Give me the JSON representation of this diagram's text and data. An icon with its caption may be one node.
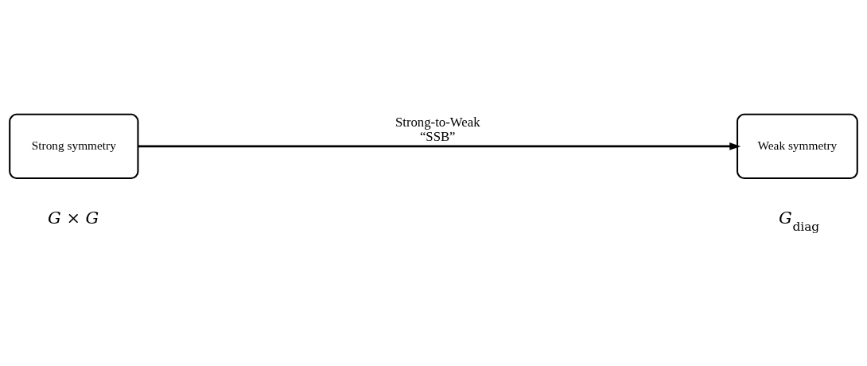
{
  "diagram": {
    "nodes": [
      {
        "text": [
          "Strong symmetry"
        ],
        "beside": [
          "G × G"
        ]
      },
      {
        "text": [
          "Weak symmetry"
        ],
        "beside": [
          "G$_{diag}$"
        ]
      }
    ],
    "edges": [
      {
        "from": 0,
        "to": 1,
        "arrow": "to",
        "label": "Strong-to-Weak “SSB”"
      }
    ]
  }
}
